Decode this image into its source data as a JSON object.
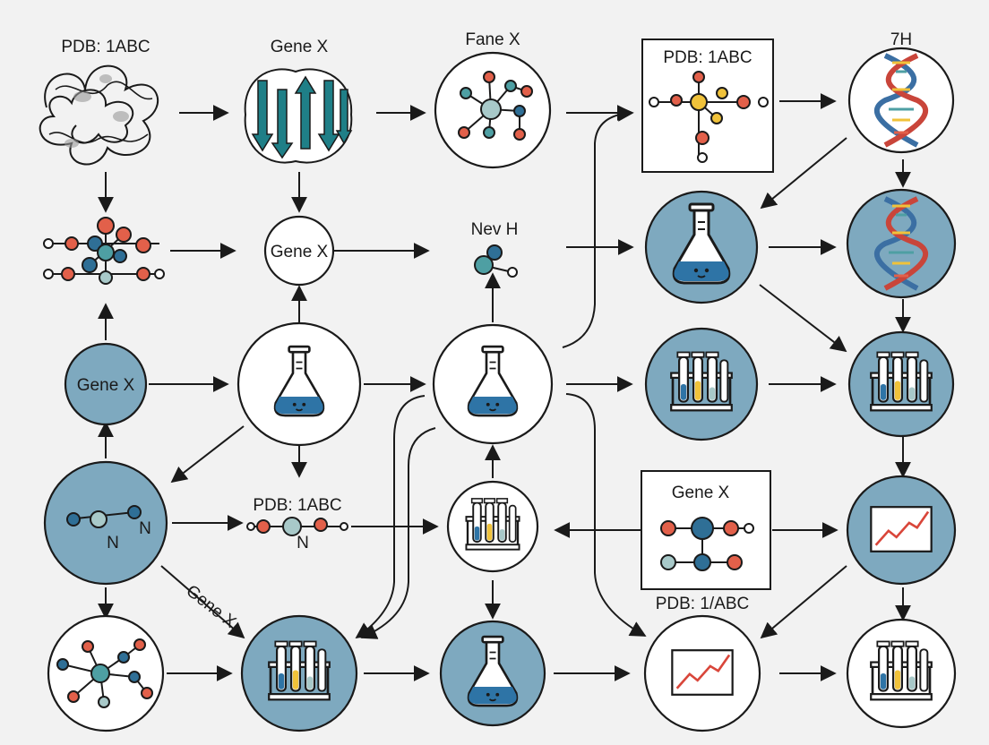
{
  "labels": {
    "protein_top": "PDB: 1ABC",
    "gene_top": "Gene X",
    "fane_top": "Fane X",
    "pdb_box_top": "PDB: 1ABC",
    "dna_top": "7H",
    "gene_node_center": "Gene X",
    "nev_label": "Nev H",
    "gene_node_left": "Gene X",
    "pdb_mid": "PDB: 1ABC",
    "gene_box_mid": "Gene X",
    "pdb_bottom": "PDB: 1/ABC",
    "gene_diagonal": "Gene X",
    "atom_n_1": "N",
    "atom_n_2": "N",
    "atom_n_3": "N"
  },
  "colors": {
    "background": "#f2f2f2",
    "node_fill": "#7ea9bf",
    "atom_red": "#e2604a",
    "atom_blue": "#2f6f96",
    "atom_teal": "#4e9fa3",
    "atom_light": "#a8c9c9",
    "atom_yellow": "#f0c23a",
    "liquid_blue": "#2e74a6",
    "helix_red": "#c9453a",
    "helix_blue": "#3b6fa3",
    "chart_line": "#d9463a"
  },
  "icons": [
    "protein-coil-icon",
    "beta-sheet-icon",
    "molecule-icon",
    "dna-helix-icon",
    "flask-icon",
    "test-tube-rack-icon",
    "line-chart-icon"
  ]
}
